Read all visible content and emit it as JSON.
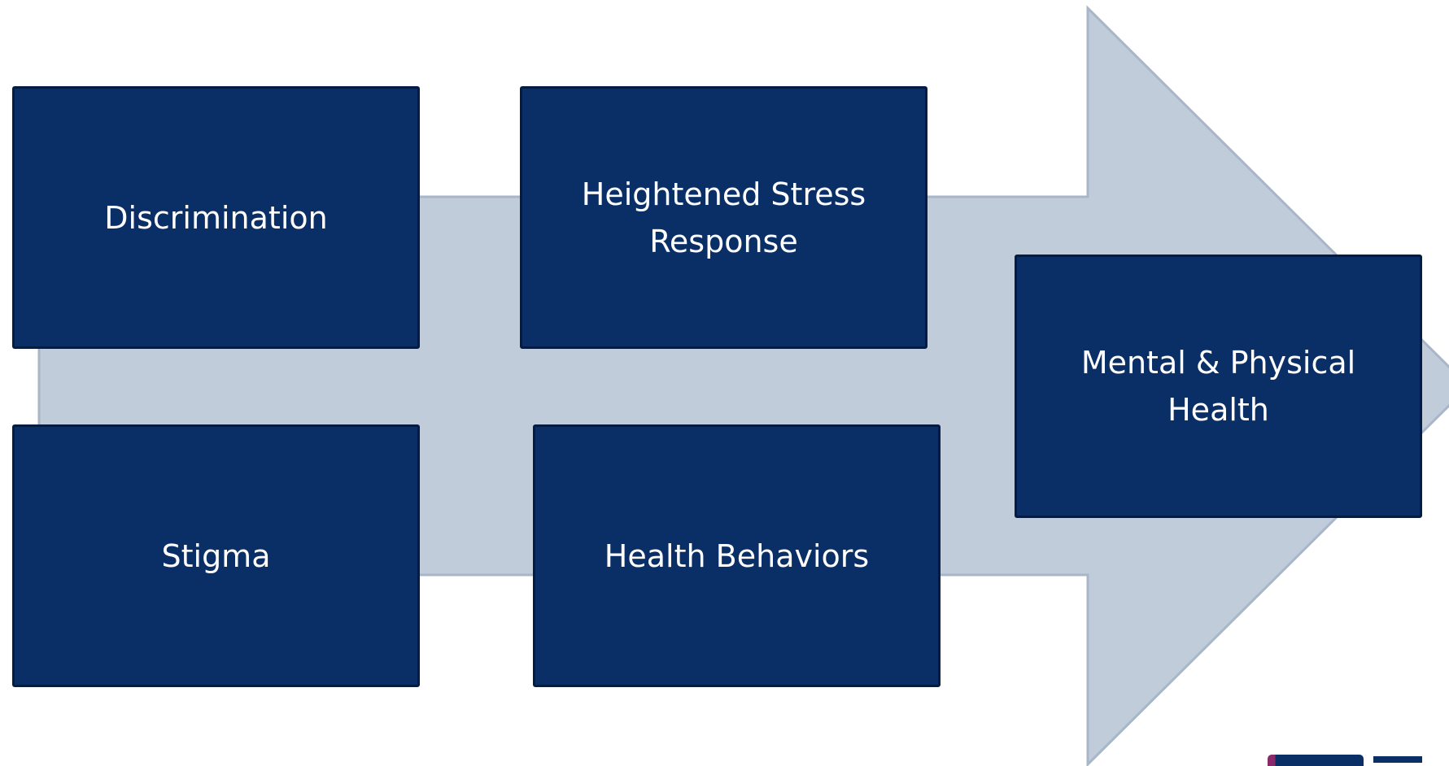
{
  "diagram": {
    "colors": {
      "box_fill": "#0a2e66",
      "box_border": "#041c44",
      "box_text": "#ffffff",
      "arrow_fill": "#c0ccd9",
      "arrow_stroke": "#a8b6c8"
    },
    "boxes": {
      "discrimination": {
        "label": "Discrimination"
      },
      "stress": {
        "line1": "Heightened Stress",
        "line2": "Response"
      },
      "stigma": {
        "label": "Stigma"
      },
      "behaviors": {
        "label": "Health Behaviors"
      },
      "health": {
        "line1": "Mental & Physical",
        "line2": "Health"
      }
    },
    "logo": {
      "icon": "institution-logo"
    }
  }
}
